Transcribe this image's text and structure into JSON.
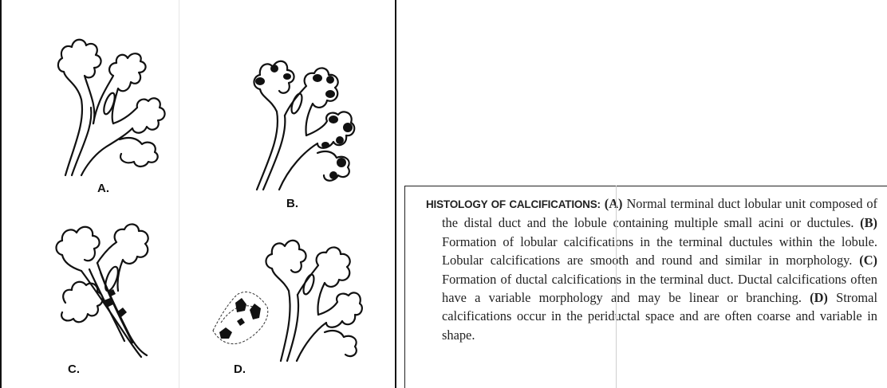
{
  "figure": {
    "panel_labels": [
      "A.",
      "B.",
      "C.",
      "D."
    ]
  },
  "caption": {
    "heading": "HISTOLOGY OF CALCIFICATIONS:",
    "part_a_label": "(A)",
    "part_a_text": " Normal terminal duct lobular unit composed of the distal duct and the lobule containing multiple small acini or ductules. ",
    "part_b_label": "(B)",
    "part_b_text": " Formation of lobular calcifications in the terminal ductules within the lobule. Lobular calcifications are smooth and round and similar in morphology. ",
    "part_c_label": "(C)",
    "part_c_text": " Formation of ductal calcifications in the terminal duct. Ductal calcifications often have a variable morphology and may be linear or branching. ",
    "part_d_label": "(D)",
    "part_d_text": " Stromal calcifications occur in the periductal space and are often coarse and variable in shape."
  }
}
